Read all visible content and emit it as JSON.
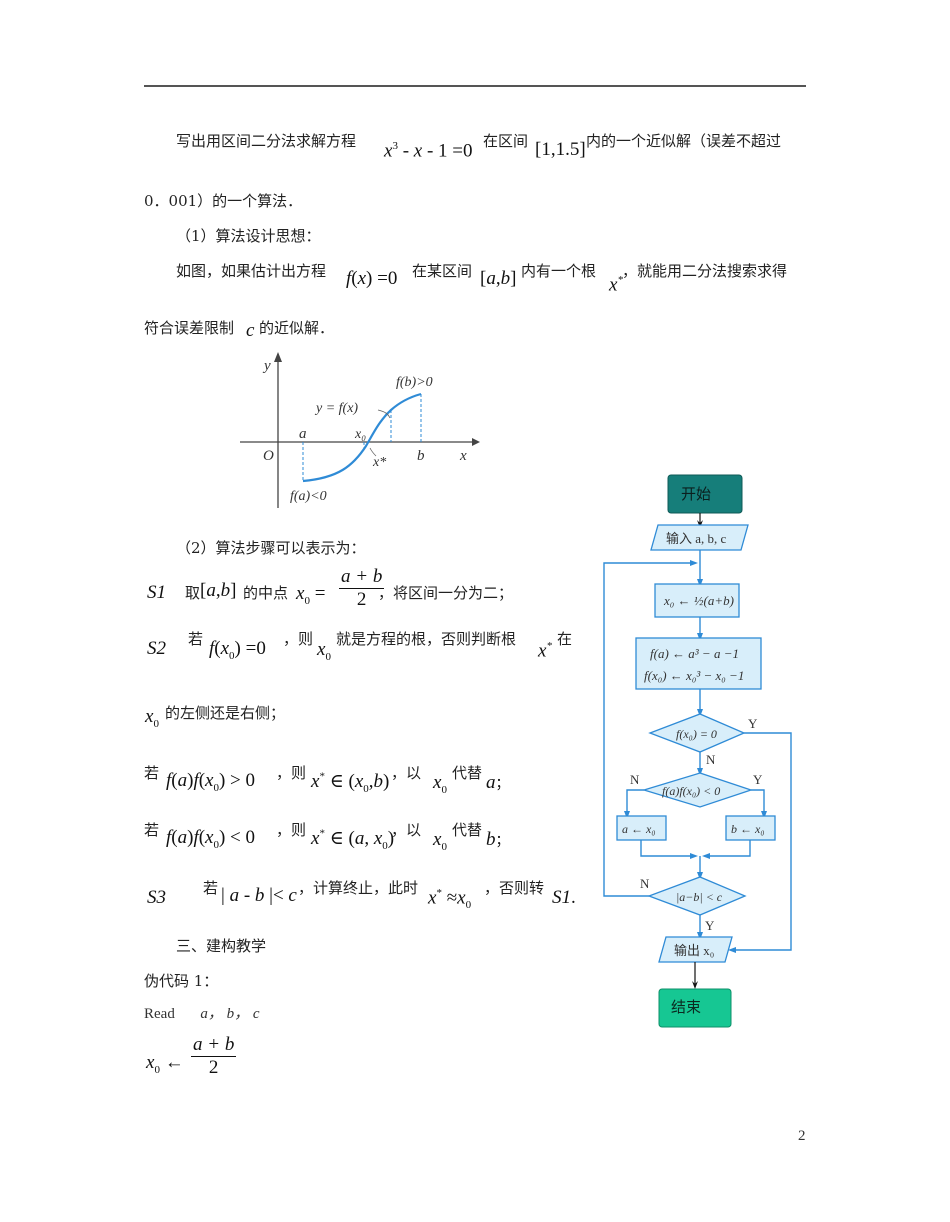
{
  "page_number": "2",
  "problem": {
    "line1_pre": "写出用区间二分法求解方程",
    "equation": "x³ - x - 1 = 0",
    "line1_mid": "在区间",
    "interval": "[1,1.5]",
    "line1_post": "内的一个近似解（误差不超过",
    "line2": "0．001）的一个算法．"
  },
  "section1": {
    "heading": "（1）算法设计思想：",
    "p1_pre": "如图，如果估计出方程",
    "p1_eq": "f(x) = 0",
    "p1_mid": "在某区间",
    "p1_interval": "[a, b]",
    "p1_mid2": "内有一个根",
    "p1_root": "x*",
    "p1_post": "，就能用二分法搜索求得",
    "p2_pre": "符合误差限制",
    "p2_var": "c",
    "p2_post": "的近似解．"
  },
  "graph": {
    "y_label": "y",
    "x_label": "x",
    "origin": "O",
    "a": "a",
    "b": "b",
    "x0": "x₀",
    "xstar": "x*",
    "curve_label": "y = f(x)",
    "fb": "f(b)>0",
    "fa": "f(a)<0"
  },
  "section2": {
    "heading": "（2）算法步骤可以表示为：",
    "s1_label": "S1",
    "s1_pre": "取",
    "s1_interval": "[a,b]",
    "s1_mid": "的中点",
    "s1_x0": "x₀ =",
    "s1_num": "a + b",
    "s1_den": "2",
    "s1_post": "，将区间一分为二；",
    "s2_label": "S2",
    "s2_pre": "若",
    "s2_cond": "f(x₀) = 0",
    "s2_mid": "，则",
    "s2_x0": "x₀",
    "s2_mid2": "就是方程的根，否则判断根",
    "s2_root": "x*",
    "s2_post": "在",
    "s2_line2_x0": "x₀",
    "s2_line2": "的左侧还是右侧；",
    "case1_pre": "若",
    "case1_cond": "f(a)f(x₀) > 0",
    "case1_mid": "，则",
    "case1_set": "x* ∈ (x₀, b)",
    "case1_mid2": "，以",
    "case1_x0": "x₀",
    "case1_mid3": "代替",
    "case1_var": "a",
    "case1_end": "；",
    "case2_pre": "若",
    "case2_cond": "f(a)f(x₀) < 0",
    "case2_mid": "，则",
    "case2_set": "x* ∈ (a, x₀)",
    "case2_mid2": "，以",
    "case2_x0": "x₀",
    "case2_mid3": "代替",
    "case2_var": "b",
    "case2_end": "；",
    "s3_label": "S3",
    "s3_pre": "若",
    "s3_cond": "| a - b |< c",
    "s3_mid": "，计算终止，此时",
    "s3_approx": "x* ≈ x₀",
    "s3_mid2": "，否则转",
    "s3_goto": "S1",
    "s3_end": "."
  },
  "section3": {
    "heading": "三、建构教学",
    "pseudo_title": "伪代码 1：",
    "read_kw": "Read",
    "read_vars": "a， b， c",
    "assign_lhs": "x₀ ←",
    "assign_num": "a + b",
    "assign_den": "2"
  },
  "flowchart": {
    "start": "开始",
    "input": "输入 a, b, c",
    "mid": "x₀ ← ½(a+b)",
    "eval1": "f(a) ← a³ − a −1",
    "eval2": "f(x₀) ← x₀³ − x₀ −1",
    "dec1": "f(x₀) = 0",
    "dec2": "f(a)f(x₀) < 0",
    "assign_a": "a ← x₀",
    "assign_b": "b ← x₀",
    "dec3": "|a−b| < c",
    "output": "输出 x₀",
    "end": "结束",
    "yes": "Y",
    "no": "N",
    "colors": {
      "start_fill": "#167e7a",
      "end_fill": "#16c793",
      "box_fill": "#d8eefa",
      "line": "#2f8bd6"
    }
  }
}
